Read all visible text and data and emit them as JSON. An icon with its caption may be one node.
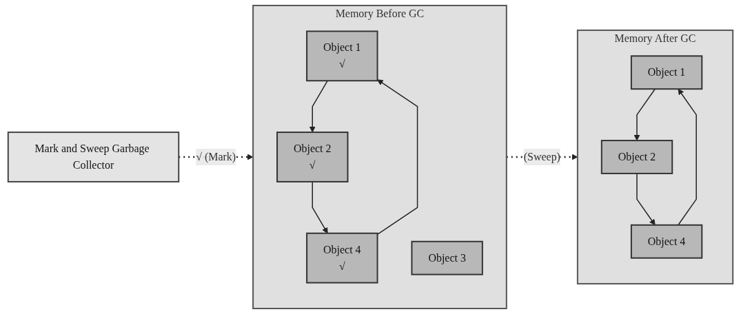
{
  "diagram": {
    "nodes": [
      {
        "text": [
          "Memory Before GC"
        ]
      },
      {
        "text": [
          "Object 1",
          "√"
        ],
        "in": 0
      },
      {
        "text": [
          "Object 2",
          "√"
        ],
        "in": 0
      },
      {
        "text": [
          "Object 3"
        ],
        "in": 0
      },
      {
        "text": [
          "Object 4",
          "√"
        ],
        "in": 0
      },
      {
        "text": [
          "Mark and Sweep Garbage Collector"
        ]
      },
      {
        "text": [
          "Memory After GC"
        ]
      },
      {
        "text": [
          "Object 1"
        ],
        "in": 6
      },
      {
        "text": [
          "Object 2"
        ],
        "in": 6
      },
      {
        "text": [
          "Object 4"
        ],
        "in": 6
      }
    ],
    "edges": [
      {
        "from": 1,
        "to": 2,
        "arrow": "to"
      },
      {
        "from": 2,
        "to": 4,
        "arrow": "to"
      },
      {
        "from": 4,
        "to": 1,
        "arrow": "to"
      },
      {
        "from": 5,
        "to": 0,
        "arrow": "to",
        "label": "√ (Mark)",
        "style": "dashed"
      },
      {
        "from": 0,
        "to": 6,
        "arrow": "to",
        "label": "(Sweep)",
        "style": "dashed"
      },
      {
        "from": 7,
        "to": 8,
        "arrow": "to"
      },
      {
        "from": 8,
        "to": 9,
        "arrow": "to"
      },
      {
        "from": 9,
        "to": 7,
        "arrow": "to"
      }
    ]
  }
}
